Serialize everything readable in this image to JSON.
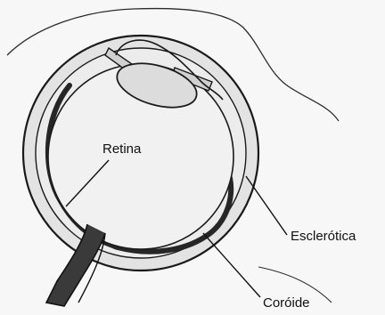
{
  "labels": {
    "retina": "Retina",
    "esclerotica": "Esclerótica",
    "coroide": "Coróide"
  },
  "colors": {
    "background": "#f7f7f7",
    "outline": "#1a1a1a",
    "sclera_fill": "#e3e3e3",
    "interior_fill": "#f1f1f1",
    "choroid": "#262626",
    "lens_fill": "#dcdcdc"
  }
}
